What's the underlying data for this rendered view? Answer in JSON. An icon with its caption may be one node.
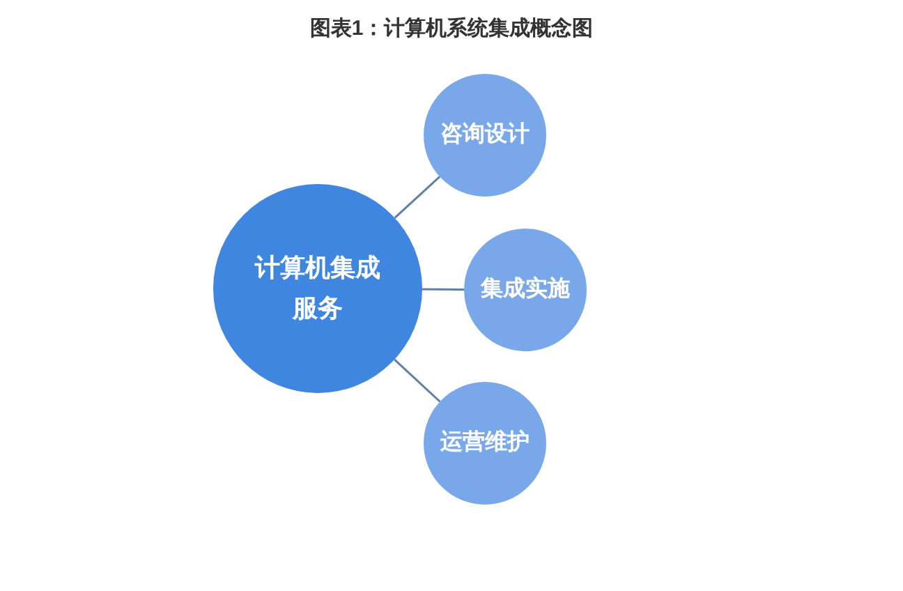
{
  "diagram": {
    "title": "图表1：计算机系统集成概念图",
    "nodes": [
      {
        "text": [
          "计算机集成服务"
        ]
      },
      {
        "text": [
          "咨询设计"
        ]
      },
      {
        "text": [
          "集成实施"
        ]
      },
      {
        "text": [
          "运营维护"
        ]
      }
    ],
    "edges": [
      {
        "from": 0,
        "to": 1,
        "arrow": "none"
      },
      {
        "from": 0,
        "to": 2,
        "arrow": "none"
      },
      {
        "from": 0,
        "to": 3,
        "arrow": "none"
      }
    ]
  }
}
